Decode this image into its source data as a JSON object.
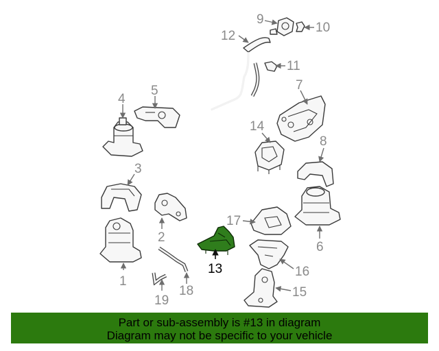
{
  "diagram": {
    "callouts": [
      "1",
      "2",
      "3",
      "4",
      "5",
      "6",
      "7",
      "8",
      "9",
      "10",
      "11",
      "12",
      "13",
      "14",
      "15",
      "16",
      "17",
      "18",
      "19"
    ],
    "selected": "13"
  },
  "banner": {
    "line1": "Part or sub-assembly is #13 in diagram",
    "line2": "Diagram may not be specific to your vehicle"
  },
  "colors": {
    "highlight": "#2f7d1c",
    "banner": "#2c7a0e",
    "callout": "#8a8a8a"
  }
}
